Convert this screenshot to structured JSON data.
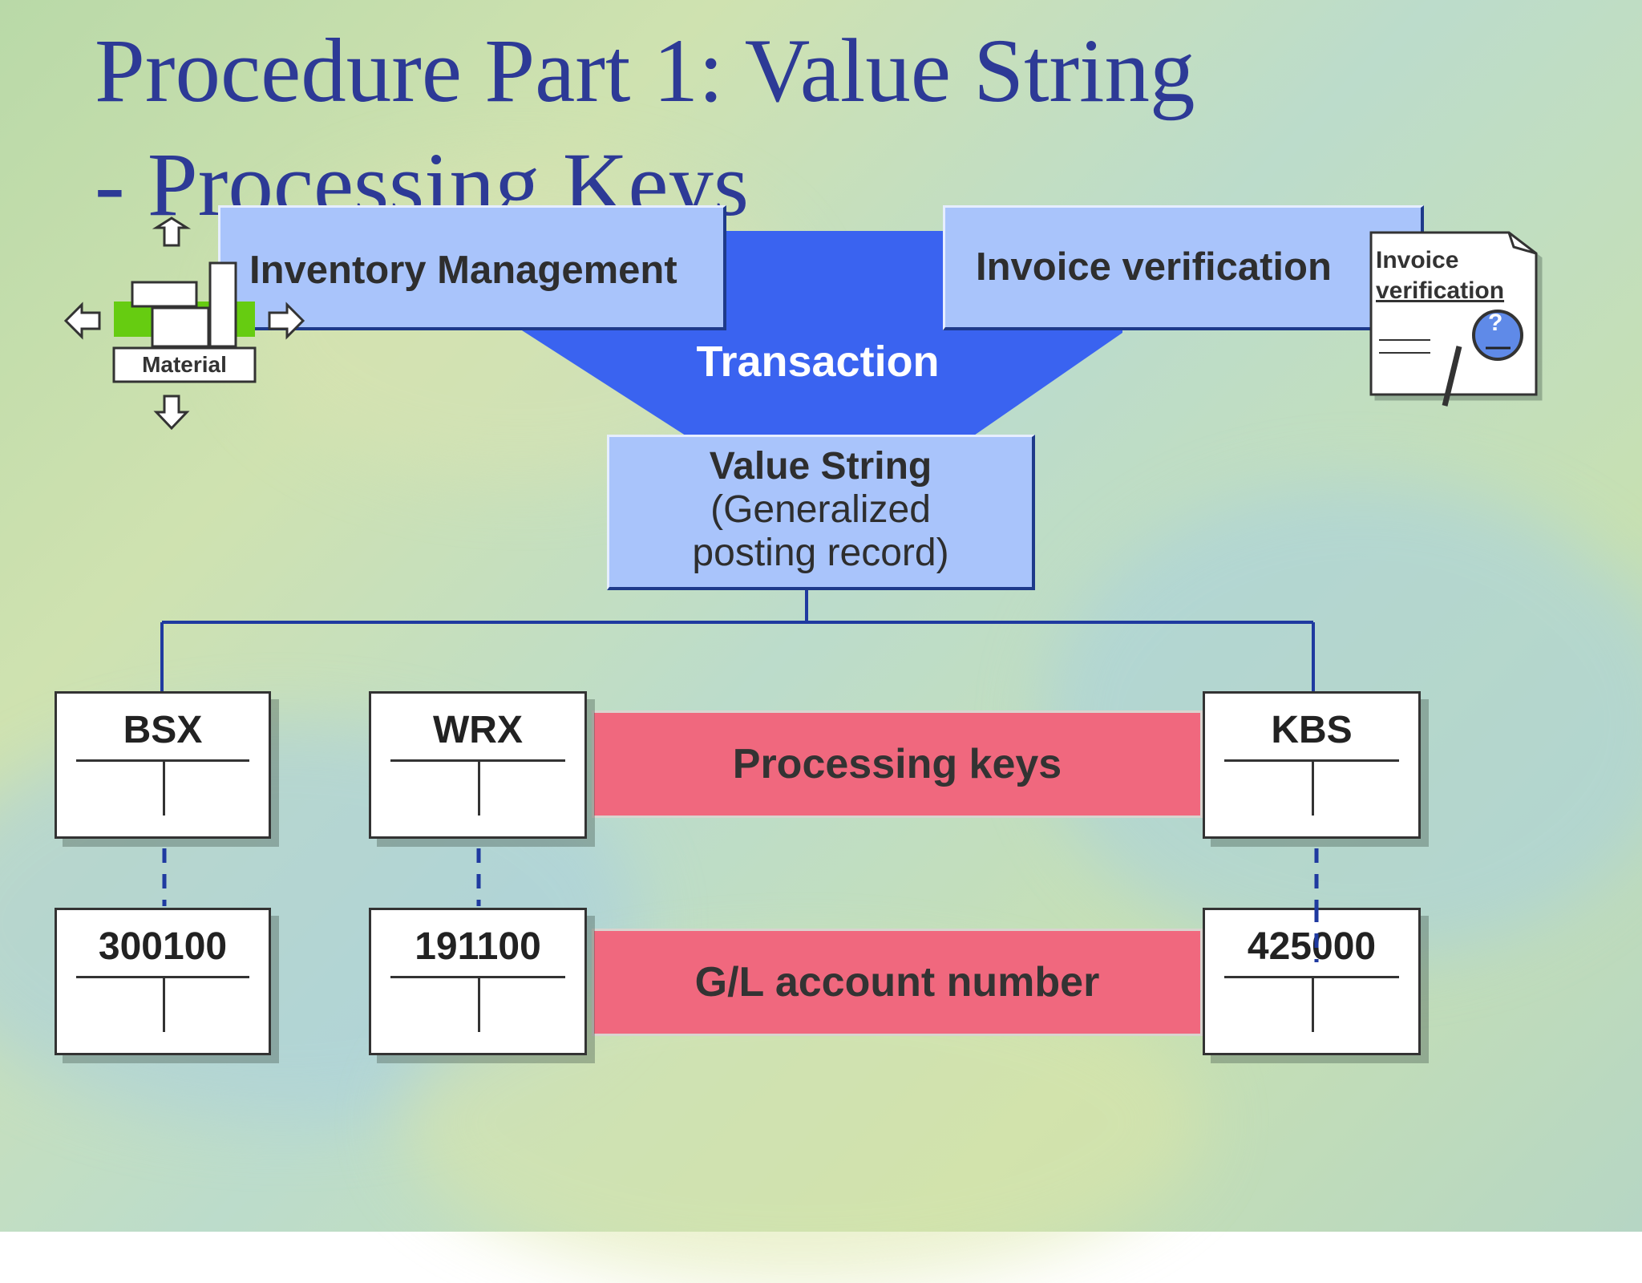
{
  "slide": {
    "title_line1": "Procedure Part 1: Value String",
    "title_line2": "- Processing Keys"
  },
  "inputs": {
    "inventory": "Inventory Management",
    "invoice": "Invoice verification",
    "material_label": "Material",
    "invoice_doc_line1": "Invoice",
    "invoice_doc_line2": "verification",
    "question_mark": "?"
  },
  "transaction_label": "Transaction",
  "value_string": {
    "line1": "Value String",
    "line2": "(Generalized",
    "line3": "posting record)"
  },
  "processing_keys": [
    "BSX",
    "WRX",
    "KBS"
  ],
  "gl_accounts": [
    "300100",
    "191100",
    "425000"
  ],
  "labels": {
    "processing_keys": "Processing keys",
    "gl_account": "G/L account number"
  },
  "colors": {
    "title": "#2d3a96",
    "funnel": "#3a63f0",
    "light_box": "#a9c4fb",
    "connector": "#1f3aa0",
    "pink_band": "#f0687e",
    "material_green": "#66cc11"
  }
}
